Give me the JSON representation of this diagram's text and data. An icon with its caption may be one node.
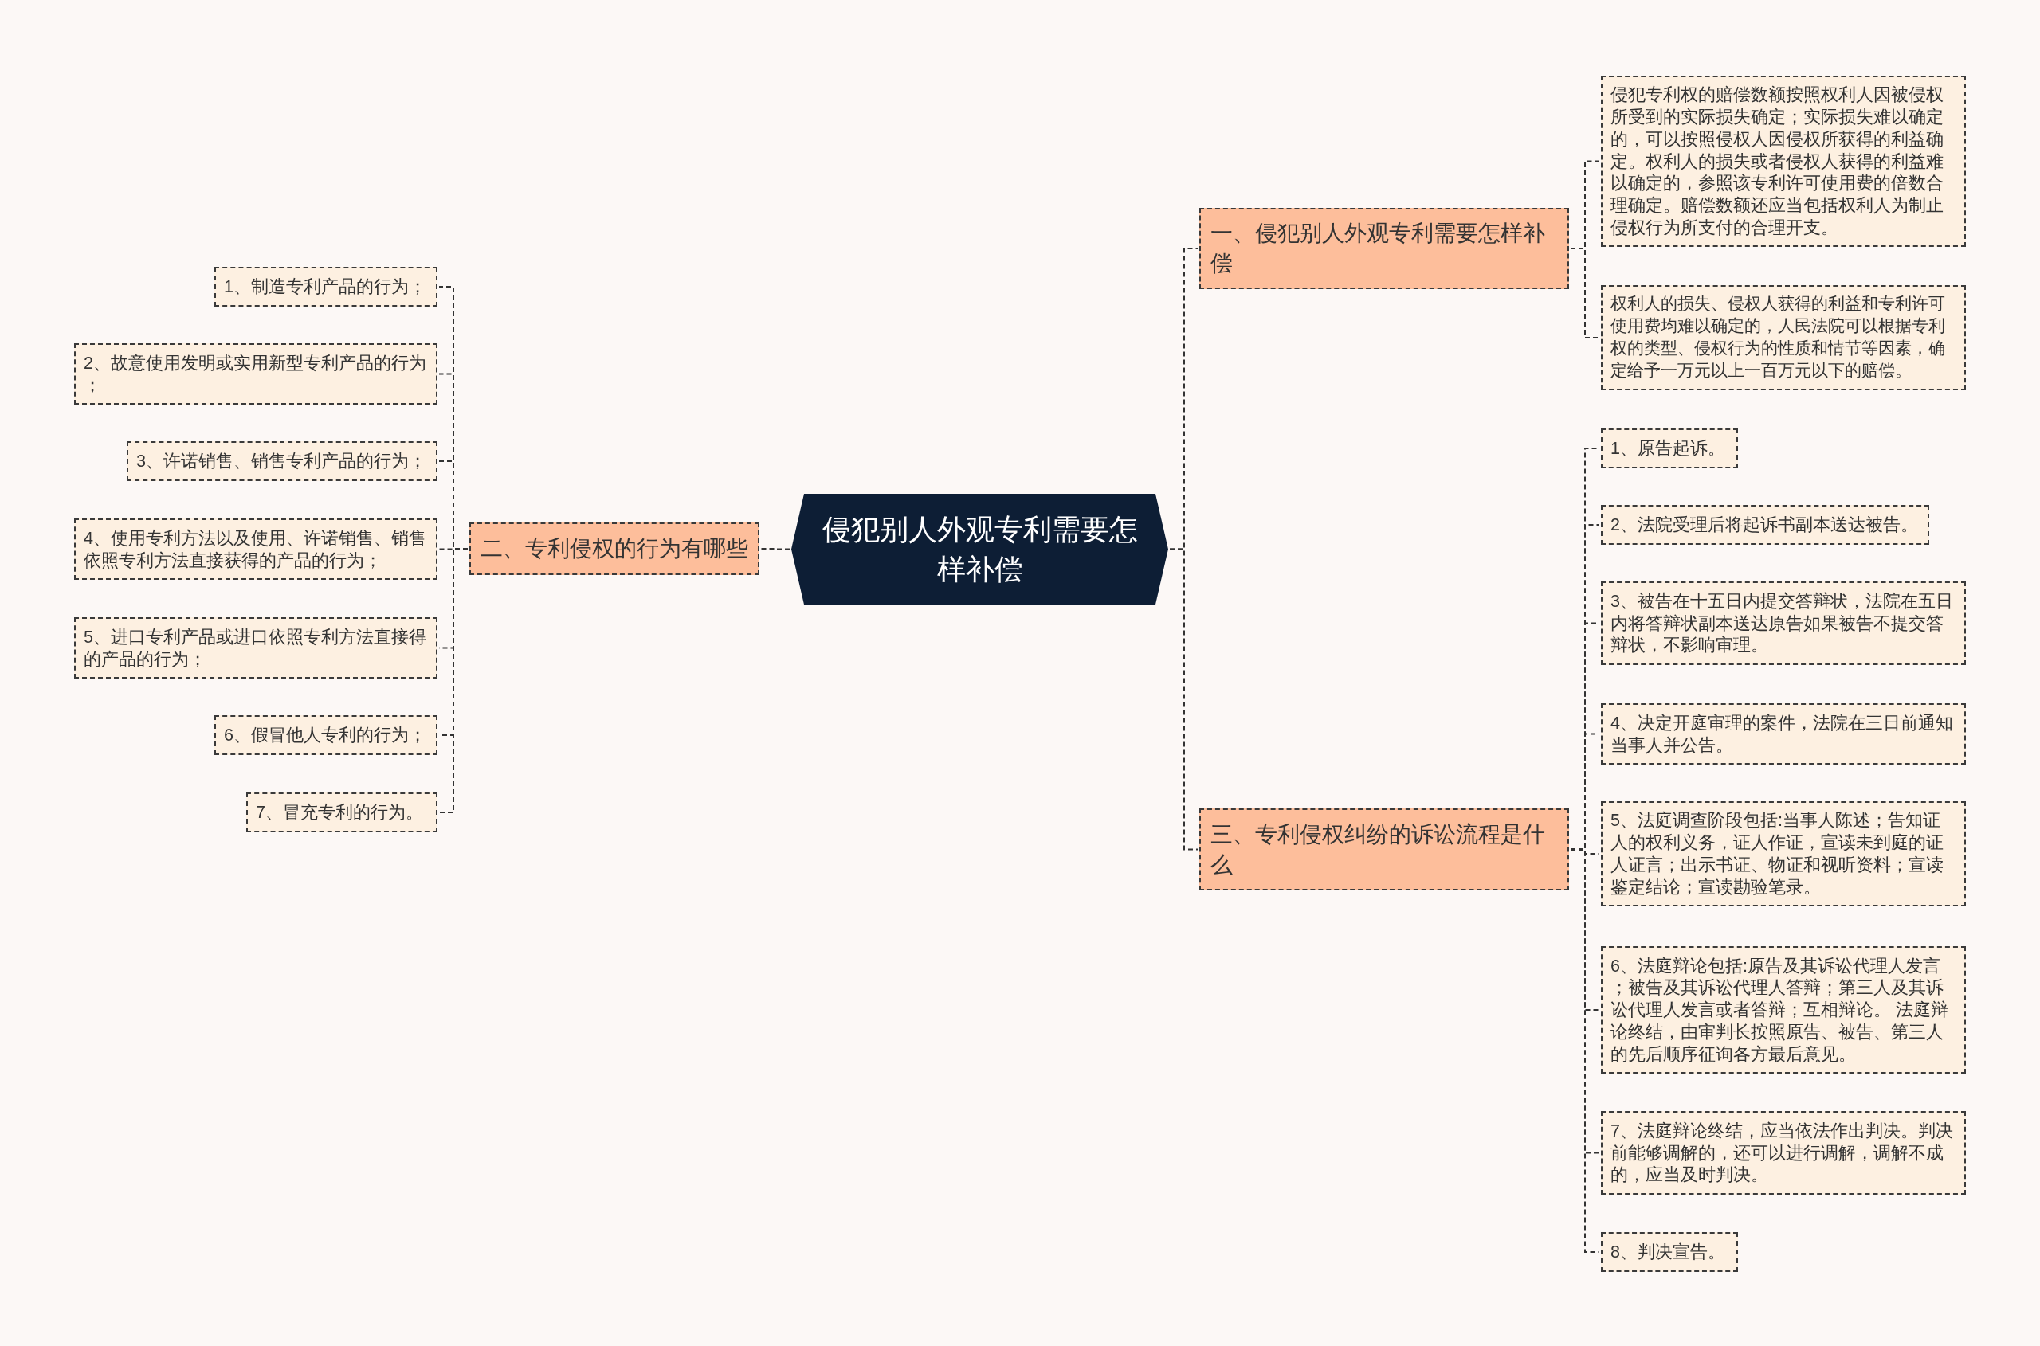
{
  "diagram": {
    "nodes": [
      {
        "text": [
          "侵犯别人外观专利需要怎样补偿"
        ]
      },
      {
        "text": [
          "一、侵犯别人外观专利需要怎样补偿"
        ]
      },
      {
        "text": [
          "侵犯专利权的赔偿数额按照权利人因被侵权所受到的实际损失确定；实际损失难以确定的，可以按照侵权人因侵权所获得的利益确定。权利人的损失或者侵权人获得的利益难以确定的，参照该专利许可使用费的倍数合理确定。赔偿数额还应当包括权利人为制止侵权行为所支付的合理开支。"
        ]
      },
      {
        "text": [
          "权利人的损失、侵权人获得的利益和专利许可使用费均难以确定的，人民法院可以根据专利权的类型、侵权行为的性质和情节等因素，确定给予一万元以上一百万元以下的赔偿。"
        ]
      },
      {
        "text": [
          "二、专利侵权的行为有哪些"
        ]
      },
      {
        "text": [
          "1、制造专利产品的行为；"
        ]
      },
      {
        "text": [
          "2、故意使用发明或实用新型专利产品的行为；"
        ]
      },
      {
        "text": [
          "3、许诺销售、销售专利产品的行为；"
        ]
      },
      {
        "text": [
          "4、使用专利方法以及使用、许诺销售、销售依照专利方法直接获得的产品的行为；"
        ]
      },
      {
        "text": [
          "5、进口专利产品或进口依照专利方法直接得的产品的行为；"
        ]
      },
      {
        "text": [
          "6、假冒他人专利的行为；"
        ]
      },
      {
        "text": [
          "7、冒充专利的行为。"
        ]
      },
      {
        "text": [
          "三、专利侵权纠纷的诉讼流程是什么"
        ]
      },
      {
        "text": [
          "1、原告起诉。"
        ]
      },
      {
        "text": [
          "2、法院受理后将起诉书副本送达被告。"
        ]
      },
      {
        "text": [
          "3、被告在十五日内提交答辩状，法院在五日内将答辩状副本送达原告如果被告不提交答辩状，不影响审理。"
        ]
      },
      {
        "text": [
          "4、决定开庭审理的案件，法院在三日前通知当事人并公告。"
        ]
      },
      {
        "text": [
          "5、法庭调查阶段包括:当事人陈述；告知证人的权利义务，证人作证，宣读未到庭的证人证言；出示书证、物证和视听资料；宣读鉴定结论；宣读勘验笔录。"
        ]
      },
      {
        "text": [
          "6、法庭辩论包括:原告及其诉讼代理人发言；被告及其诉讼代理人答辩；第三人及其诉讼代理人发言或者答辩；互相辩论。 法庭辩论终结，由审判长按照原告、被告、第三人的先后顺序征询各方最后意见。"
        ]
      },
      {
        "text": [
          "7、法庭辩论终结，应当依法作出判决。判决前能够调解的，还可以进行调解，调解不成的，应当及时判决。"
        ]
      },
      {
        "text": [
          "8、判决宣告。"
        ]
      }
    ],
    "edges": [
      {
        "from": 0,
        "to": 1,
        "arrow": "none"
      },
      {
        "from": 1,
        "to": 2,
        "arrow": "none"
      },
      {
        "from": 1,
        "to": 3,
        "arrow": "none"
      },
      {
        "from": 0,
        "to": 4,
        "arrow": "none"
      },
      {
        "from": 4,
        "to": 5,
        "arrow": "none"
      },
      {
        "from": 4,
        "to": 6,
        "arrow": "none"
      },
      {
        "from": 4,
        "to": 7,
        "arrow": "none"
      },
      {
        "from": 4,
        "to": 8,
        "arrow": "none"
      },
      {
        "from": 4,
        "to": 9,
        "arrow": "none"
      },
      {
        "from": 4,
        "to": 10,
        "arrow": "none"
      },
      {
        "from": 4,
        "to": 11,
        "arrow": "none"
      },
      {
        "from": 0,
        "to": 12,
        "arrow": "none"
      },
      {
        "from": 12,
        "to": 13,
        "arrow": "none"
      },
      {
        "from": 12,
        "to": 14,
        "arrow": "none"
      },
      {
        "from": 12,
        "to": 15,
        "arrow": "none"
      },
      {
        "from": 12,
        "to": 16,
        "arrow": "none"
      },
      {
        "from": 12,
        "to": 17,
        "arrow": "none"
      },
      {
        "from": 12,
        "to": 18,
        "arrow": "none"
      },
      {
        "from": 12,
        "to": 19,
        "arrow": "none"
      },
      {
        "from": 12,
        "to": 20,
        "arrow": "none"
      }
    ]
  }
}
